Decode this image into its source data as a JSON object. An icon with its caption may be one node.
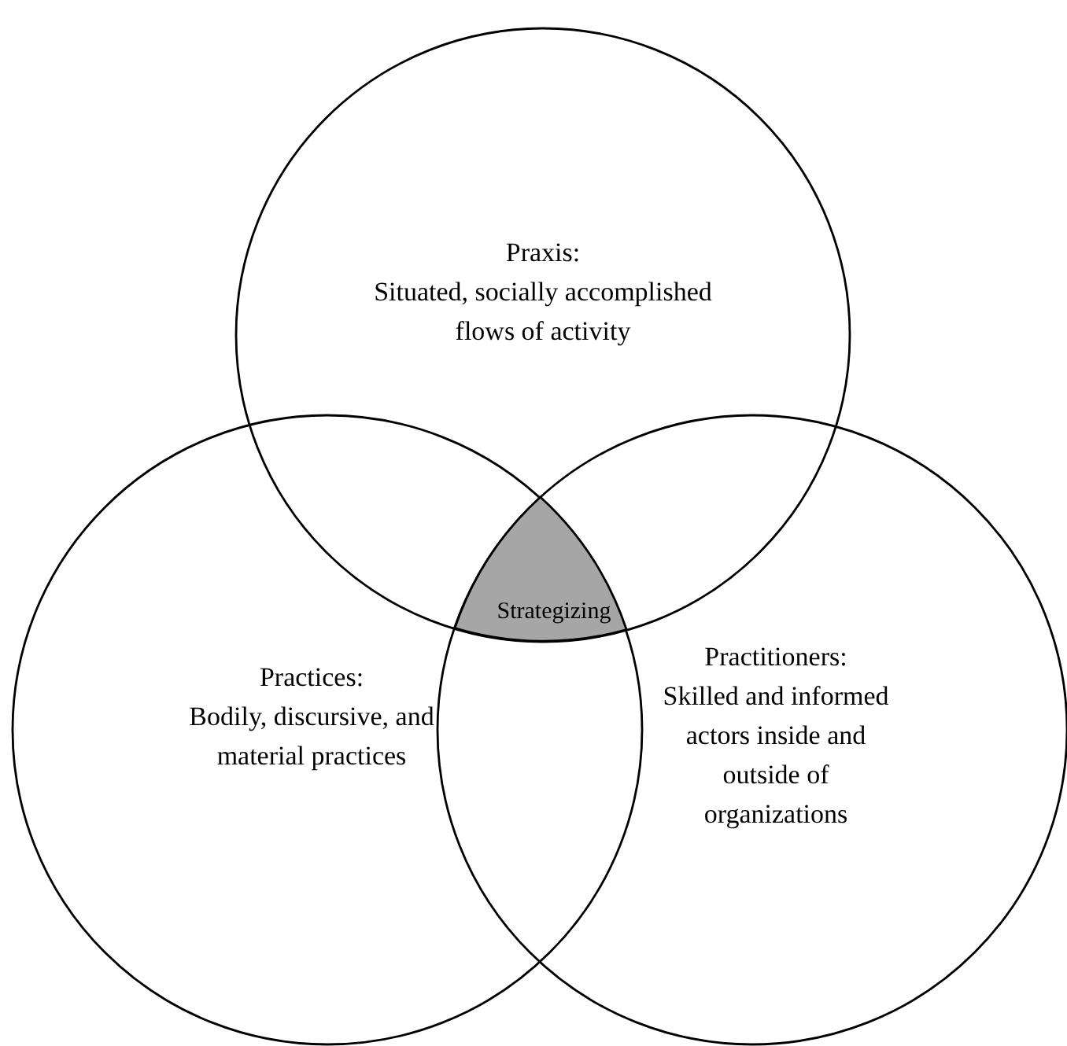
{
  "diagram": {
    "nodes": [
      {
        "text": [
          "Praxis:",
          "Situated, socially accomplished flows of activity"
        ]
      },
      {
        "text": [
          "Practices:",
          "Bodily, discursive, and material practices"
        ]
      },
      {
        "text": [
          "Practitioners:",
          "Skilled and informed actors inside and outside of organizations"
        ]
      },
      {
        "text": [
          "Strategizing"
        ]
      }
    ],
    "edges": []
  }
}
